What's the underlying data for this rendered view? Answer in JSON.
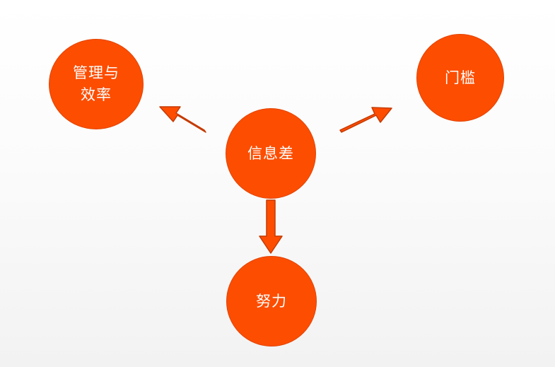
{
  "nodes": {
    "center": {
      "label": "信息差"
    },
    "left": {
      "line1": "管理与",
      "line2": "效率"
    },
    "right": {
      "label": "门槛"
    },
    "bottom": {
      "label": "努力"
    }
  },
  "colors": {
    "node_fill": "#fd4d00",
    "node_border": "#e24300",
    "arrow_fill": "#ff4d00",
    "arrow_stroke": "#c43a00",
    "text": "#ffffff"
  }
}
